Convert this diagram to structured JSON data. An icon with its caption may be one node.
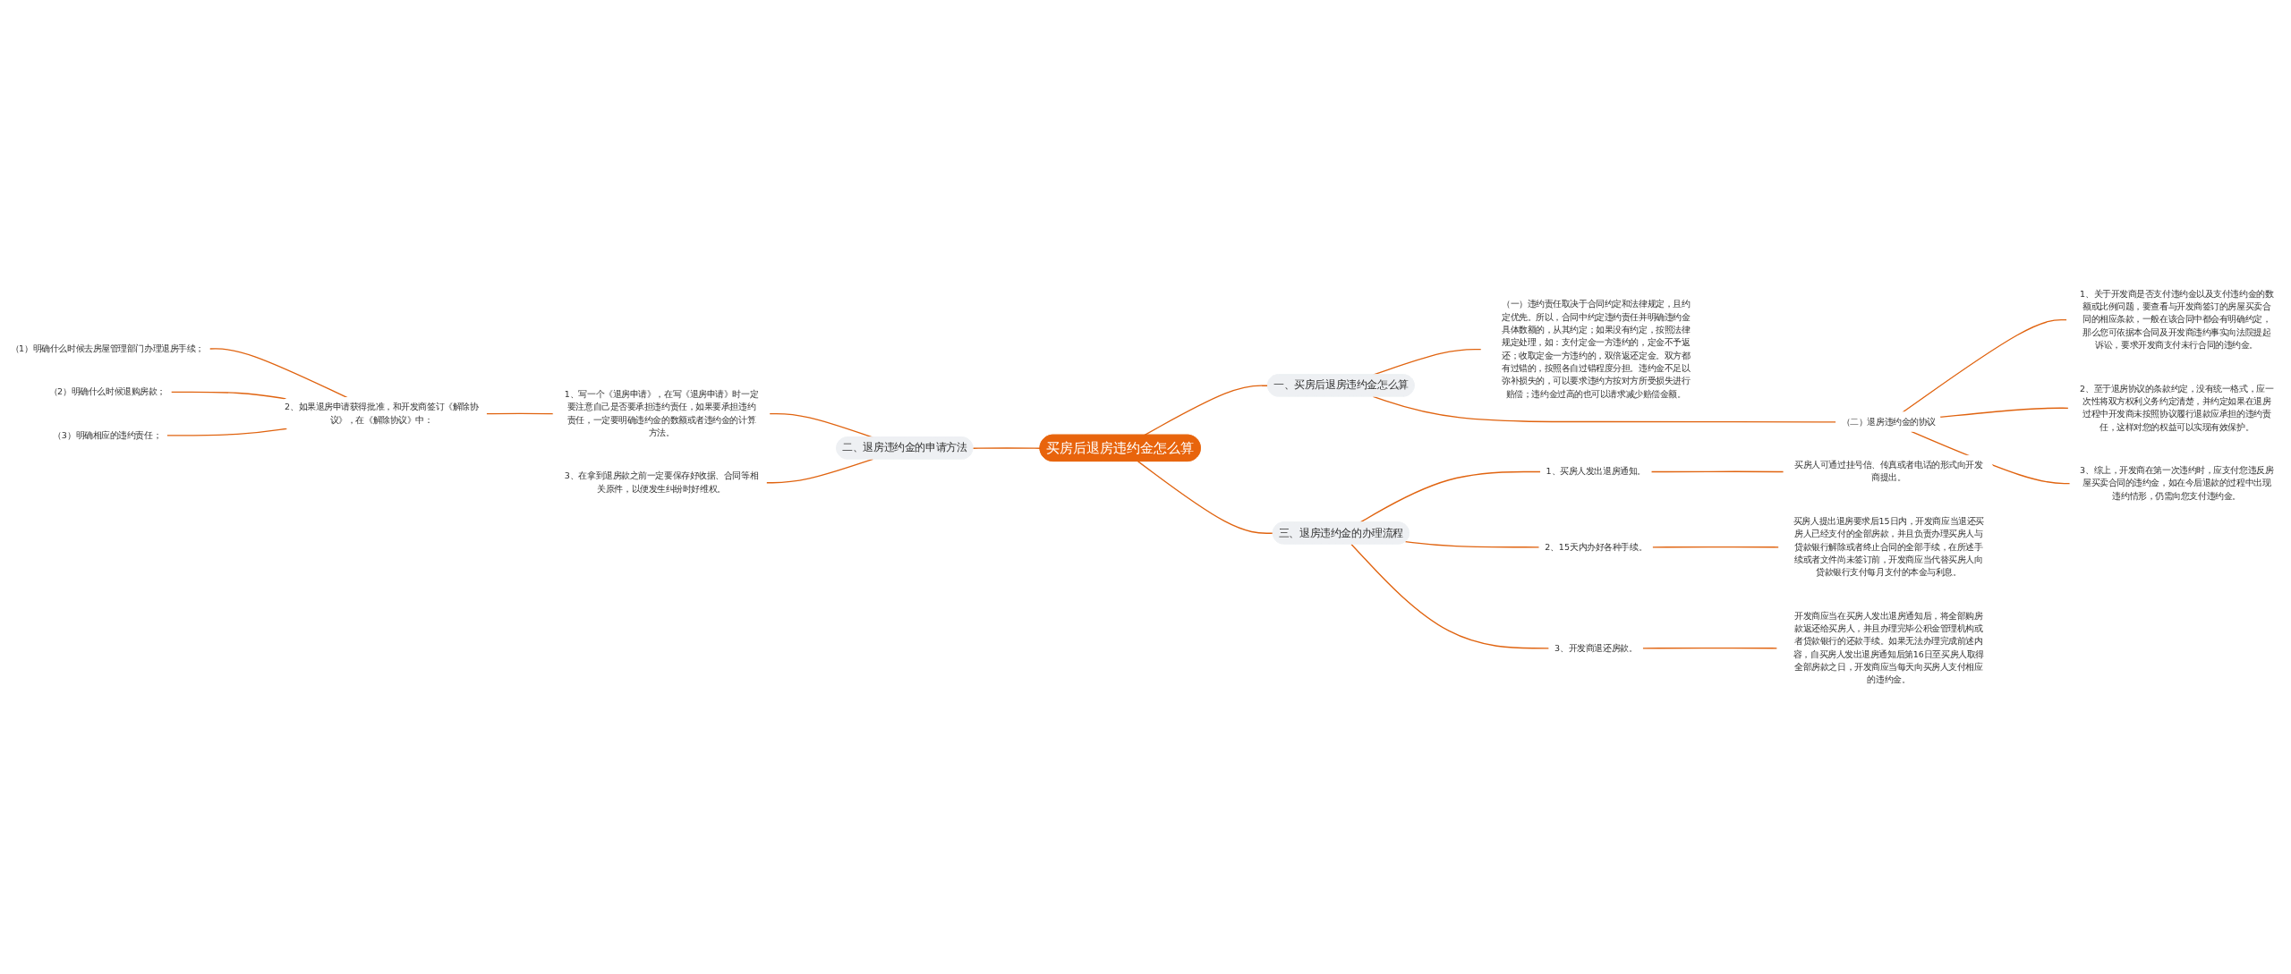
{
  "diagram": {
    "nodes": [
      {
        "text": [
          "买房后退房违约金怎么算"
        ]
      },
      {
        "text": [
          "一、买房后退房违约金怎么算"
        ]
      },
      {
        "text": [
          "（一）违约责任取决于合同约定和法律规定，且约定优先。所以，合同中约定违约责任并明确违约金具体数额的，从其约定；如果没有约定，按照法律规定处理，如：支付定金一方违约的，定金不予返还；收取定金一方违约的，双倍返还定金。双方都有过错的，按照各自过错程度分担。违约金不足以弥补损失的，可以要求违约方按对方所受损失进行赔偿；违约金过高的也可以请求减少赔偿金额。"
        ]
      },
      {
        "text": [
          "（二）退房违约金的协议"
        ]
      },
      {
        "text": [
          "1、关于开发商是否支付违约金以及支付违约金的数额或比例问题，要查看与开发商签订的房屋买卖合同的相应条款，一般在该合同中都会有明确约定，那么您可依据本合同及开发商违约事实向法院提起诉讼，要求开发商支付未行合同的违约金。"
        ]
      },
      {
        "text": [
          "2、至于退房协议的条款约定，没有统一格式，应一次性将双方权利义务约定清楚，并约定如果在退房过程中开发商未按照协议履行退款应承担的违约责任，这样对您的权益可以实现有效保护。"
        ]
      },
      {
        "text": [
          "3、综上，开发商在第一次违约时，应支付您违反房屋买卖合同的违约金，如在今后退款的过程中出现违约情形，仍需向您支付违约金。"
        ]
      },
      {
        "text": [
          "三、退房违约金的办理流程"
        ]
      },
      {
        "text": [
          "1、买房人发出退房通知。"
        ]
      },
      {
        "text": [
          "买房人可通过挂号信、传真或者电话的形式向开发商提出。"
        ]
      },
      {
        "text": [
          "2、15天内办好各种手续。"
        ]
      },
      {
        "text": [
          "买房人提出退房要求后15日内，开发商应当退还买房人已经支付的全部房款，并且负责办理买房人与贷款银行解除或者终止合同的全部手续，在所述手续或者文件尚未签订前，开发商应当代替买房人向贷款银行支付每月支付的本金与利息。"
        ]
      },
      {
        "text": [
          "3、开发商退还房款。"
        ]
      },
      {
        "text": [
          "开发商应当在买房人发出退房通知后，将全部购房款返还给买房人，并且办理完毕公积金管理机构或者贷款银行的还款手续。如果无法办理完成前述内容，自买房人发出退房通知后第16日至买房人取得全部房款之日，开发商应当每天向买房人支付相应的违约金。"
        ]
      },
      {
        "text": [
          "二、退房违约金的申请方法"
        ]
      },
      {
        "text": [
          "1、写一个《退房申请》，在写《退房申请》时一定要注意自己是否要承担违约责任，如果要承担违约责任，一定要明确违约金的数额或者违约金的计算方法。"
        ]
      },
      {
        "text": [
          "2、如果退房申请获得批准，和开发商签订《解除协议》，在《解除协议》中："
        ]
      },
      {
        "text": [
          "（1）明确什么时候去房屋管理部门办理退房手续；"
        ]
      },
      {
        "text": [
          "（2）明确什么时候退购房款；"
        ]
      },
      {
        "text": [
          "（3）明确相应的违约责任；"
        ]
      },
      {
        "text": [
          "3、在拿到退房款之前一定要保存好收据、合同等相关原件，以便发生纠纷时好维权。"
        ]
      }
    ],
    "edges": [
      {
        "from": 0,
        "to": 1,
        "arrow": "none"
      },
      {
        "from": 1,
        "to": 2,
        "arrow": "none"
      },
      {
        "from": 1,
        "to": 3,
        "arrow": "none"
      },
      {
        "from": 3,
        "to": 4,
        "arrow": "none"
      },
      {
        "from": 3,
        "to": 5,
        "arrow": "none"
      },
      {
        "from": 3,
        "to": 6,
        "arrow": "none"
      },
      {
        "from": 0,
        "to": 7,
        "arrow": "none"
      },
      {
        "from": 7,
        "to": 8,
        "arrow": "none"
      },
      {
        "from": 8,
        "to": 9,
        "arrow": "none"
      },
      {
        "from": 7,
        "to": 10,
        "arrow": "none"
      },
      {
        "from": 10,
        "to": 11,
        "arrow": "none"
      },
      {
        "from": 7,
        "to": 12,
        "arrow": "none"
      },
      {
        "from": 12,
        "to": 13,
        "arrow": "none"
      },
      {
        "from": 0,
        "to": 14,
        "arrow": "none"
      },
      {
        "from": 14,
        "to": 15,
        "arrow": "none"
      },
      {
        "from": 15,
        "to": 16,
        "arrow": "none"
      },
      {
        "from": 16,
        "to": 17,
        "arrow": "none"
      },
      {
        "from": 16,
        "to": 18,
        "arrow": "none"
      },
      {
        "from": 16,
        "to": 19,
        "arrow": "none"
      },
      {
        "from": 14,
        "to": 20,
        "arrow": "none"
      }
    ]
  }
}
